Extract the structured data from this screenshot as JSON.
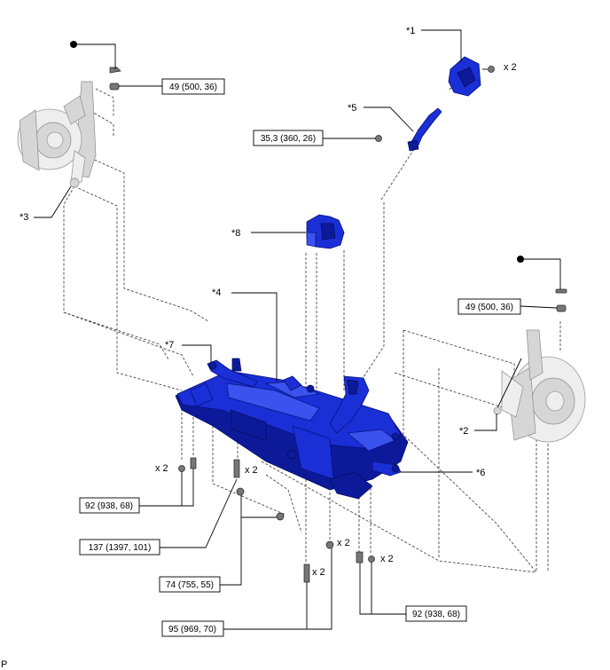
{
  "colors": {
    "part_blue": "#1a2fd6",
    "part_dark": "#0c1a9a",
    "knuckle_grey": "#eeeeee",
    "line": "#000000"
  },
  "callouts": {
    "c1": "*1",
    "c2": "*2",
    "c3": "*3",
    "c4": "*4",
    "c5": "*5",
    "c6": "*6",
    "c7": "*7",
    "c8": "*8"
  },
  "torques": {
    "nut_top_left": "49 (500, 36)",
    "nut_right": "49 (500, 36)",
    "tie_rod": "35,3 (360, 26)",
    "bolt_left_lower": "92 (938, 68)",
    "bolt_center": "137 (1397, 101)",
    "nut_center": "74 (755, 55)",
    "bolt_bottom": "95 (969, 70)",
    "bolt_right_lower": "92 (938, 68)"
  },
  "quantities": {
    "q_top_right": "x 2",
    "q_left_bolts": "x 2",
    "q_center_bolt": "x 2",
    "q_bottom_nut": "x 2",
    "q_bottom_bolt": "x 2",
    "q_right_bolts": "x 2"
  },
  "markers": {
    "non_reusable_top": "non-reusable-part-dot",
    "non_reusable_right": "non-reusable-part-dot"
  },
  "footer": {
    "code": "P"
  }
}
